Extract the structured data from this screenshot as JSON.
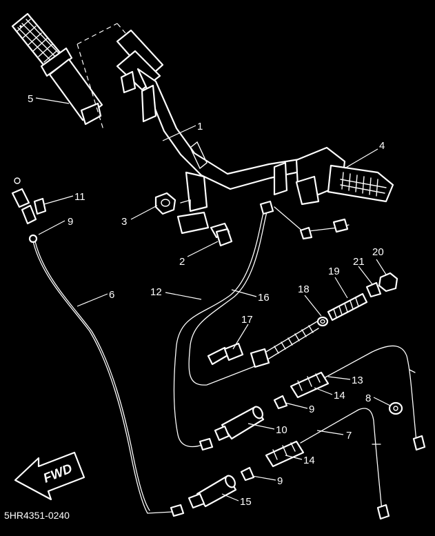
{
  "diagram": {
    "drawing_code": "5HR4351-0240",
    "direction_arrow": "FWD",
    "callouts": [
      {
        "id": "c1",
        "label": "1"
      },
      {
        "id": "c2",
        "label": "2"
      },
      {
        "id": "c3",
        "label": "3"
      },
      {
        "id": "c4",
        "label": "4"
      },
      {
        "id": "c5",
        "label": "5"
      },
      {
        "id": "c6",
        "label": "6"
      },
      {
        "id": "c7",
        "label": "7"
      },
      {
        "id": "c8",
        "label": "8"
      },
      {
        "id": "c9a",
        "label": "9"
      },
      {
        "id": "c9b",
        "label": "9"
      },
      {
        "id": "c9c",
        "label": "9"
      },
      {
        "id": "c10",
        "label": "10"
      },
      {
        "id": "c11",
        "label": "11"
      },
      {
        "id": "c12",
        "label": "12"
      },
      {
        "id": "c13",
        "label": "13"
      },
      {
        "id": "c14a",
        "label": "14"
      },
      {
        "id": "c14b",
        "label": "14"
      },
      {
        "id": "c15",
        "label": "15"
      },
      {
        "id": "c16",
        "label": "16"
      },
      {
        "id": "c17",
        "label": "17"
      },
      {
        "id": "c18",
        "label": "18"
      },
      {
        "id": "c19",
        "label": "19"
      },
      {
        "id": "c20",
        "label": "20"
      },
      {
        "id": "c21",
        "label": "21"
      }
    ]
  },
  "colors": {
    "background": "#000000",
    "ink": "#ffffff"
  }
}
